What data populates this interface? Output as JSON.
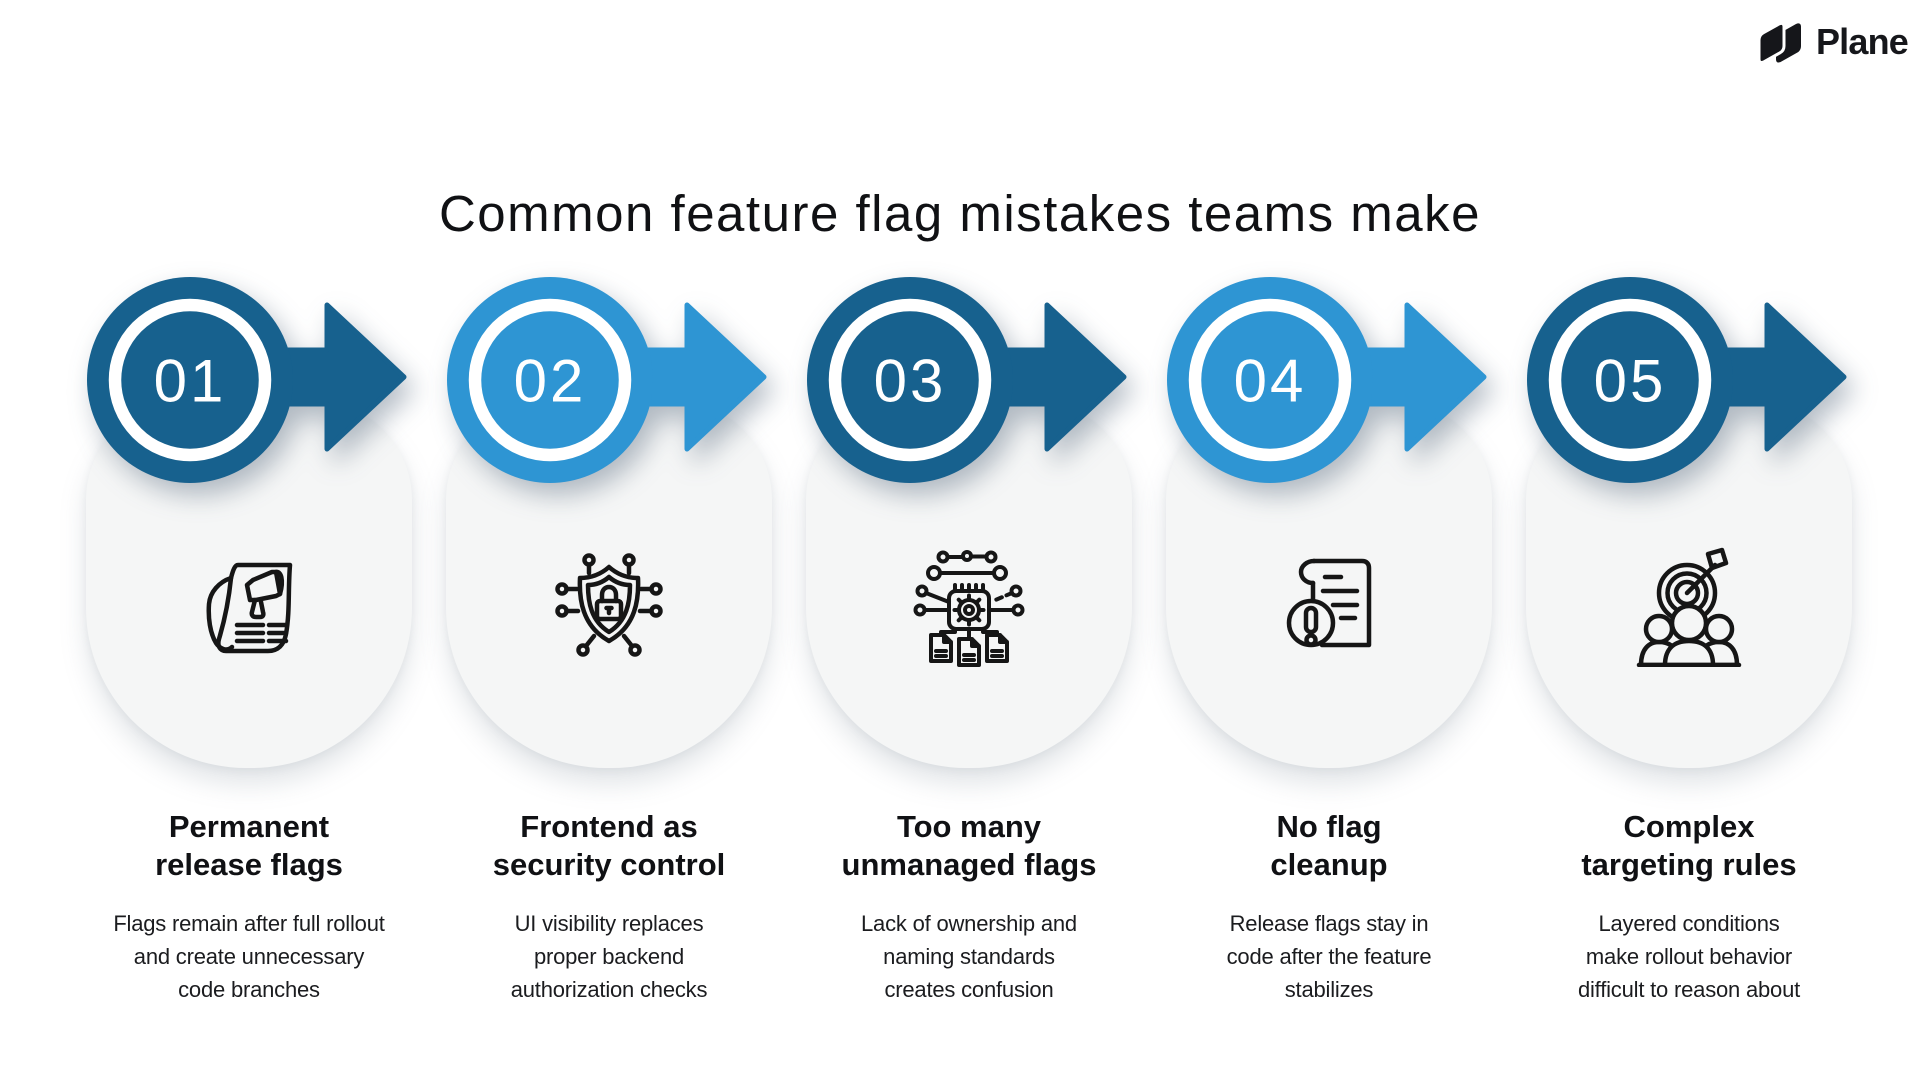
{
  "brand": {
    "name": "Plane",
    "logo_icon": "plane-logo-icon"
  },
  "title": "Common feature flag mistakes teams make",
  "colors": {
    "dark_blue": "#17618e",
    "light_blue": "#2e95d3",
    "card_bg": "#f5f6f6",
    "text_dark": "#111111",
    "number_text": "#ffffff"
  },
  "cards": [
    {
      "number": "01",
      "tone": "dark",
      "icon": "newspaper-megaphone-icon",
      "title_lines": [
        "Permanent",
        "release flags"
      ],
      "description_lines": [
        "Flags remain after full rollout",
        "and create unnecessary",
        "code branches"
      ]
    },
    {
      "number": "02",
      "tone": "light",
      "icon": "shield-lock-circuit-icon",
      "title_lines": [
        "Frontend as",
        "security control"
      ],
      "description_lines": [
        "UI visibility replaces",
        "proper backend",
        "authorization checks"
      ]
    },
    {
      "number": "03",
      "tone": "dark",
      "icon": "chip-documents-icon",
      "title_lines": [
        "Too many",
        "unmanaged flags"
      ],
      "description_lines": [
        "Lack of ownership and",
        "naming standards",
        "creates confusion"
      ]
    },
    {
      "number": "04",
      "tone": "light",
      "icon": "scroll-warning-icon",
      "title_lines": [
        "No flag",
        "cleanup"
      ],
      "description_lines": [
        "Release flags stay in",
        "code after the feature",
        "stabilizes"
      ]
    },
    {
      "number": "05",
      "tone": "dark",
      "icon": "target-audience-icon",
      "title_lines": [
        "Complex",
        "targeting rules"
      ],
      "description_lines": [
        "Layered conditions",
        "make rollout behavior",
        "difficult to reason about"
      ]
    }
  ]
}
